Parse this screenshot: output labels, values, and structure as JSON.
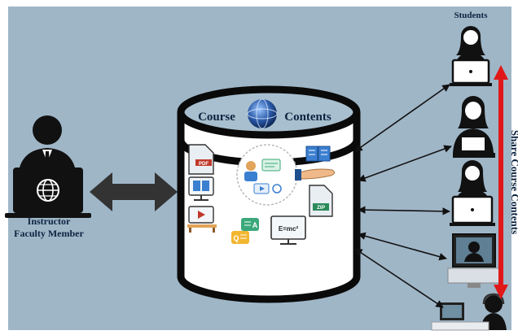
{
  "diagram": {
    "students_label": "Students",
    "instructor_label_line1": "Instructor",
    "instructor_label_line2": "Faculty Member",
    "db_title_left": "Course",
    "db_title_right": "Contents",
    "share_label": "Share Course Contents",
    "icons": {
      "pdf": "PDF",
      "zip": "ZIP",
      "formula": "E=mc²",
      "qa_a": "A",
      "qa_q": "Q"
    },
    "colors": {
      "background": "#9fb6c7",
      "db_stroke": "#0a0a0a",
      "arrow_red": "#e01818",
      "label_navy": "#0c2340",
      "globe_blue": "#2a5aa8"
    }
  }
}
